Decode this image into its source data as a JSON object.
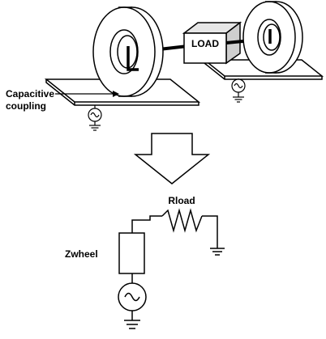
{
  "labels": {
    "load": "LOAD",
    "capacitive_line1": "Capacitive",
    "capacitive_line2": "coupling",
    "rload": "Rload",
    "zwheel": "Zwheel"
  },
  "colors": {
    "stroke": "#000000",
    "background": "#ffffff",
    "load_top": "#e6e6e6",
    "load_front": "#ffffff",
    "load_side": "#cfcfcf",
    "plate_fill": "#ffffff"
  },
  "icons": {
    "ac_source": "ac-source-icon",
    "ground": "ground-icon",
    "resistor": "resistor-icon",
    "impedance": "impedance-box-icon",
    "arrow": "down-arrow-icon"
  }
}
